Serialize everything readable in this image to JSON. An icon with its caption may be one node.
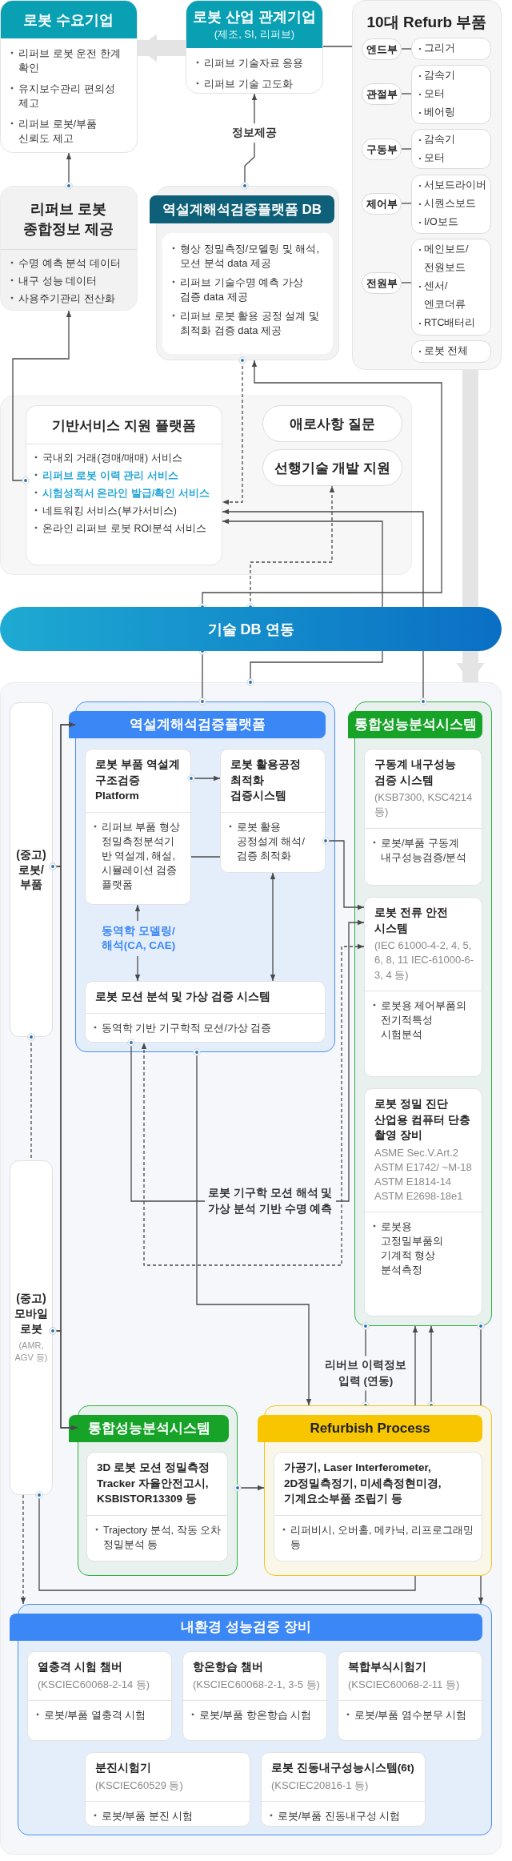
{
  "diagram": {
    "nodes": [
      {
        "text": [
          "로봇 수요기업",
          "리퍼브 로봇 운전 한계 확인",
          "유지보수관리 편의성 제고",
          "리퍼브 로봇/부품 신뢰도 제고"
        ]
      },
      {
        "text": [
          "로봇 산업 관계기업",
          "(제조, SI, 리퍼브)",
          "리퍼브 기술자료 응용",
          "리퍼브 기술 고도화"
        ]
      },
      {
        "text": [
          "10대 Refurb 부품"
        ]
      },
      {
        "text": [
          "엔드부"
        ],
        "in": 2
      },
      {
        "text": [
          "그리거"
        ],
        "in": 2
      },
      {
        "text": [
          "관절부"
        ],
        "in": 2
      },
      {
        "text": [
          "감속기",
          "모터",
          "베어링"
        ],
        "in": 2
      },
      {
        "text": [
          "구동부"
        ],
        "in": 2
      },
      {
        "text": [
          "감속기",
          "모터"
        ],
        "in": 2
      },
      {
        "text": [
          "제어부"
        ],
        "in": 2
      },
      {
        "text": [
          "서보드라이버",
          "시퀀스보드",
          "I/O보드"
        ],
        "in": 2
      },
      {
        "text": [
          "전원부"
        ],
        "in": 2
      },
      {
        "text": [
          "메인보드/ 전원보드",
          "센서/ 엔코더류",
          "RTC배터리"
        ],
        "in": 2
      },
      {
        "text": [
          "로봇 전체"
        ],
        "in": 2
      },
      {
        "text": [
          "리퍼브 로봇 종합정보 제공",
          "수명 예측 분석 데이터",
          "내구 성능 데이터",
          "사용주기관리 전산화"
        ]
      },
      {
        "text": [
          "역설계해석검증플랫폼 DB",
          "형상 정밀측정/모델링 및 해석, 모션 분석 data 제공",
          "리퍼브 기술수명 예측 가상 검증 data 제공",
          "리퍼브 로봇 활용 공정 설계 및 최적화 검증 data 제공"
        ]
      },
      {
        "text": [],
        "shape": "box"
      },
      {
        "text": [
          "기반서비스 지원 플랫폼",
          "국내외 거래(경매/매매) 서비스",
          "리퍼브 로봇 이력 관리 서비스",
          "시험성적서 온라인 발급/확인 서비스",
          "네트워킹 서비스(부가서비스)",
          "온라인 리퍼브 로봇 ROI분석 서비스"
        ],
        "in": 16
      },
      {
        "text": [
          "애로사항 질문"
        ],
        "in": 16
      },
      {
        "text": [
          "선행기술 개발 지원"
        ],
        "in": 16
      },
      {
        "text": [
          "기술 DB 연동"
        ]
      },
      {
        "text": [],
        "shape": "box"
      },
      {
        "text": [
          "(중고) 로봇/부품"
        ],
        "in": 21
      },
      {
        "text": [
          "역설계해석검증플랫폼"
        ],
        "in": 21
      },
      {
        "text": [
          "로봇 부품 역설계 구조검증 Platform",
          "리퍼브 부품 형상 정밀측정분석기반 역설계, 해설, 시뮬레이션 검증 플랫폼"
        ],
        "in": 23
      },
      {
        "text": [
          "로봇 활용공정 최적화 검증시스템",
          "로봇 활용 공정설계 해석/검증 최적화"
        ],
        "in": 23
      },
      {
        "text": [
          "동역학 모델링/해석(CA, CAE)"
        ],
        "in": 23
      },
      {
        "text": [
          "로봇 모션 분석 및 가상 검증 시스템",
          "동역학 기반 기구학적 모션/가상 검증"
        ],
        "in": 23
      },
      {
        "text": [
          "통합성능분석시스템"
        ],
        "in": 21
      },
      {
        "text": [
          "구동계 내구성능 검증 시스템",
          "(KSB7300, KSC4214 등)",
          "로봇/부품 구동계 내구성능검증/분석"
        ],
        "in": 28
      },
      {
        "text": [
          "로봇 전류 안전 시스템",
          "(IEC 61000-4-2, 4, 5, 6, 8, 11 IEC-61000-6-3, 4 등)",
          "로봇용 제어부품의 전기적특성 시험분석"
        ],
        "in": 28
      },
      {
        "text": [
          "로봇 정밀 진단 산업용 컴퓨터 단층 촬영 장비",
          "ASME Sec.V.Art.2 ASTM E1742/ ~M-18 ASTM E1814-14 ASTM E2698-18e1",
          "로봇용 고정밀부품의 기계적 형상 분석측정"
        ],
        "in": 28
      },
      {
        "text": [
          "(중고) 모바일 로봇",
          "(AMR, AGV 등)"
        ],
        "in": 21
      },
      {
        "text": [
          "통합성능분석시스템"
        ],
        "in": 21
      },
      {
        "text": [
          "3D 로봇 모션 정밀측정 Tracker 자율안전고시, KSBISTOR13309 등",
          "Trajectory 분석, 작동 오차 정밀분석 등"
        ],
        "in": 33
      },
      {
        "text": [
          "Refurbish Process"
        ],
        "in": 21
      },
      {
        "text": [
          "가공기, Laser Interferometer, 2D정밀측정기, 미세측정현미경, 기계요소부품 조립기 등",
          "리퍼비시, 오버홀, 메카닉, 리프로그래밍 등"
        ],
        "in": 35
      },
      {
        "text": [
          "내환경 성능검증 장비"
        ],
        "in": 21
      },
      {
        "text": [
          "열충격 시험 챔버",
          "(KSCIEC60068-2-14 등)",
          "로봇/부품 열충격 시험"
        ],
        "in": 37
      },
      {
        "text": [
          "항온항습 챔버",
          "(KSCIEC60068-2-1, 3-5 등)",
          "로봇/부품 항온항습 시험"
        ],
        "in": 37
      },
      {
        "text": [
          "복합부식시험기",
          "(KSCIEC60068-2-11 등)",
          "로봇/부품 염수분무 시험"
        ],
        "in": 37
      },
      {
        "text": [
          "분진시험기",
          "(KSCIEC60529 등)",
          "로봇/부품 분진 시험"
        ],
        "in": 37
      },
      {
        "text": [
          "로봇 진동내구성능시스템(6t)",
          "(KSCIEC20816-1 등)",
          "로봇/부품 진동내구성 시험"
        ],
        "in": 37
      }
    ],
    "edges": [
      {
        "from": 1,
        "to": 0,
        "arrow": "to",
        "style": "thick",
        "color": "#e4e4e4"
      },
      {
        "from": 1,
        "to": 2,
        "arrow": "none"
      },
      {
        "from": 3,
        "to": 4,
        "arrow": "none"
      },
      {
        "from": 5,
        "to": 6,
        "arrow": "none"
      },
      {
        "from": 7,
        "to": 8,
        "arrow": "none"
      },
      {
        "from": 9,
        "to": 10,
        "arrow": "none"
      },
      {
        "from": 11,
        "to": 12,
        "arrow": "none"
      },
      {
        "from": 14,
        "to": 0,
        "arrow": "to"
      },
      {
        "from": 15,
        "to": 1,
        "arrow": "to",
        "label": "정보제공"
      },
      {
        "from": 17,
        "to": 14,
        "arrow": "to"
      },
      {
        "from": 15,
        "to": 17,
        "arrow": "to",
        "style": "dashed"
      },
      {
        "from": 20,
        "to": 15,
        "arrow": "to"
      },
      {
        "from": 20,
        "to": 19,
        "arrow": "to",
        "style": "dashed"
      },
      {
        "from": 21,
        "to": 20,
        "arrow": "other"
      },
      {
        "from": 28,
        "to": 20,
        "arrow": "other"
      },
      {
        "from": 20,
        "to": 23,
        "arrow": "other"
      },
      {
        "from": 22,
        "to": 23,
        "arrow": "to"
      },
      {
        "from": 22,
        "to": 33,
        "arrow": "to"
      },
      {
        "from": 32,
        "to": 23,
        "arrow": "to"
      },
      {
        "from": 32,
        "to": 33,
        "arrow": "to"
      },
      {
        "from": 22,
        "to": 32,
        "arrow": "other",
        "style": "dashed"
      },
      {
        "from": 24,
        "to": 25,
        "arrow": "to"
      },
      {
        "from": 24,
        "to": 25,
        "arrow": "none"
      },
      {
        "from": 26,
        "to": 24,
        "arrow": "to"
      },
      {
        "from": 26,
        "to": 27,
        "arrow": "to"
      },
      {
        "from": 25,
        "to": 27,
        "arrow": "both"
      },
      {
        "from": 25,
        "to": 30,
        "arrow": "to"
      },
      {
        "from": 30,
        "to": 27,
        "arrow": "both",
        "style": "dashed"
      },
      {
        "from": 27,
        "to": 30,
        "arrow": "to",
        "label": "로봇 기구학 모션 해석 및 가상 분석 기반 수명 예측"
      },
      {
        "from": 23,
        "to": 35,
        "arrow": "to"
      },
      {
        "from": 35,
        "to": 28,
        "arrow": "other",
        "label": "리버브 이력정보 입력 (연동)"
      },
      {
        "from": 35,
        "to": 28,
        "arrow": "to"
      },
      {
        "from": 32,
        "to": 35,
        "arrow": "other"
      },
      {
        "from": 32,
        "to": 37,
        "arrow": "to",
        "style": "dashed"
      },
      {
        "from": 28,
        "to": 35,
        "arrow": "other"
      },
      {
        "from": 33,
        "to": 35,
        "arrow": "to"
      },
      {
        "from": 20,
        "to": 17,
        "arrow": "to"
      },
      {
        "from": 20,
        "to": 17,
        "arrow": "to"
      },
      {
        "from": 35,
        "to": 28,
        "arrow": "to"
      },
      {
        "from": 35,
        "to": 37,
        "arrow": "to"
      },
      {
        "from": 2,
        "to": 20,
        "arrow": "none",
        "style": "thick",
        "color": "#e4e4e4"
      },
      {
        "from": 20,
        "to": 21,
        "arrow": "to",
        "style": "thick",
        "color": "#e4e4e4"
      }
    ]
  }
}
